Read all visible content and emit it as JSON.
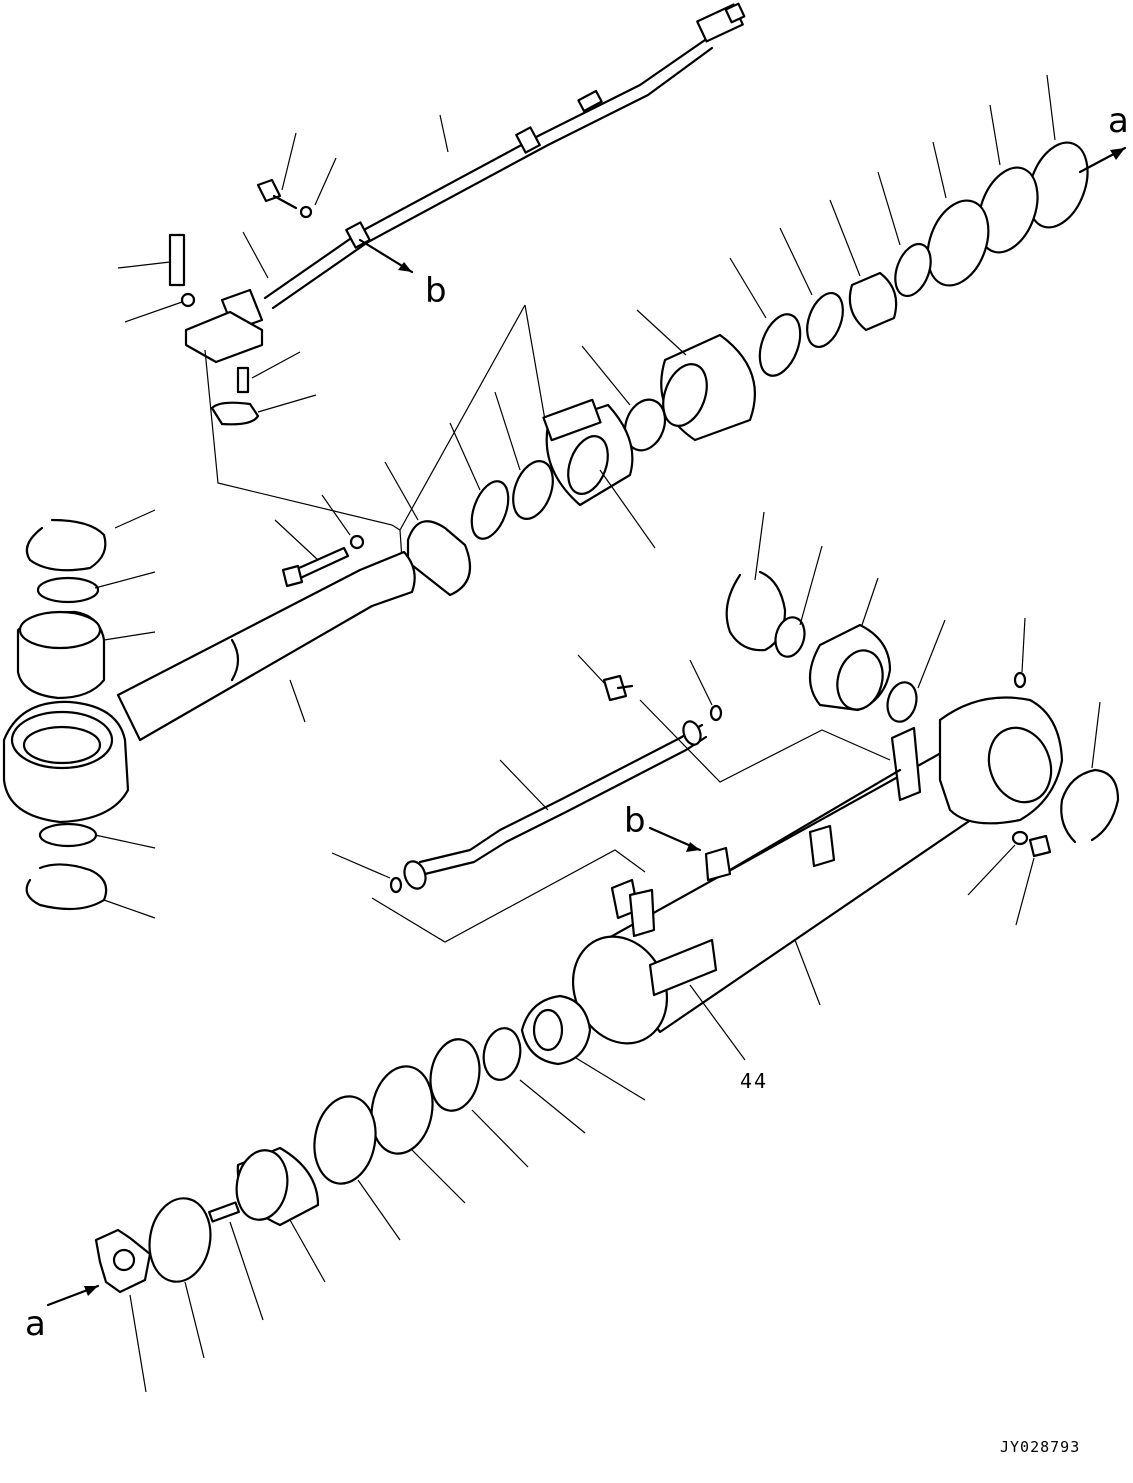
{
  "diagram": {
    "ref_a_top": "a",
    "ref_a_bottom": "a",
    "ref_b_top": "b",
    "ref_b_mid": "b",
    "part_number_label": "44",
    "drawing_code": "JY028793"
  }
}
